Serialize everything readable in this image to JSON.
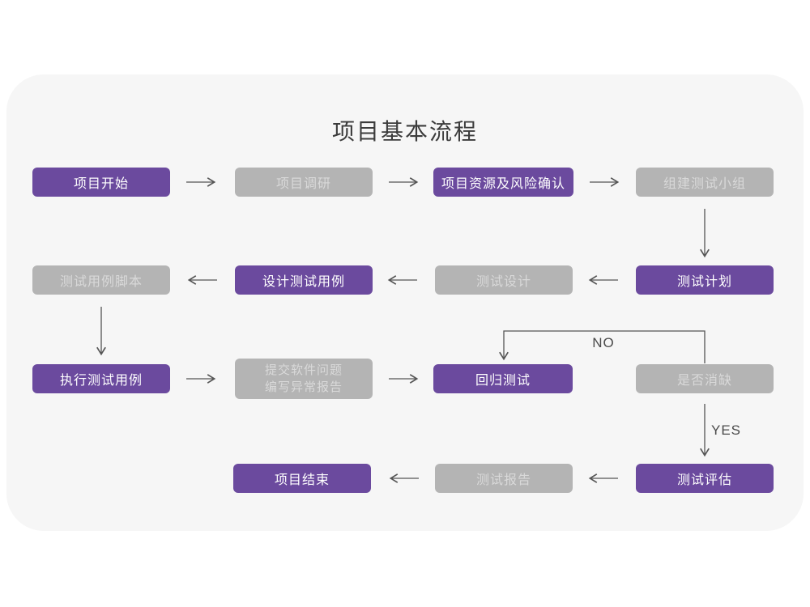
{
  "title": "项目基本流程",
  "colors": {
    "accent_purple": "#6b4a9e",
    "node_gray": "#b4b4b4",
    "gray_node_text": "#d9d9d9",
    "card_background": "#f6f6f6",
    "arrow": "#555555",
    "title_text": "#3c3c3c"
  },
  "branch_labels": {
    "no": "NO",
    "yes": "YES"
  },
  "nodes": [
    {
      "label": "项目开始",
      "variant": "purple"
    },
    {
      "label": "项目调研",
      "variant": "gray"
    },
    {
      "label": "项目资源及风险确认",
      "variant": "purple"
    },
    {
      "label": "组建测试小组",
      "variant": "gray"
    },
    {
      "label": "测试计划",
      "variant": "purple"
    },
    {
      "label": "测试设计",
      "variant": "gray"
    },
    {
      "label": "设计测试用例",
      "variant": "purple"
    },
    {
      "label": "测试用例脚本",
      "variant": "gray"
    },
    {
      "label": "执行测试用例",
      "variant": "purple"
    },
    {
      "line1": "提交软件问题",
      "line2": "编写异常报告",
      "variant": "gray"
    },
    {
      "label": "回归测试",
      "variant": "purple"
    },
    {
      "label": "是否消缺",
      "variant": "gray"
    },
    {
      "label": "测试评估",
      "variant": "purple"
    },
    {
      "label": "测试报告",
      "variant": "gray"
    },
    {
      "label": "项目结束",
      "variant": "purple"
    }
  ]
}
